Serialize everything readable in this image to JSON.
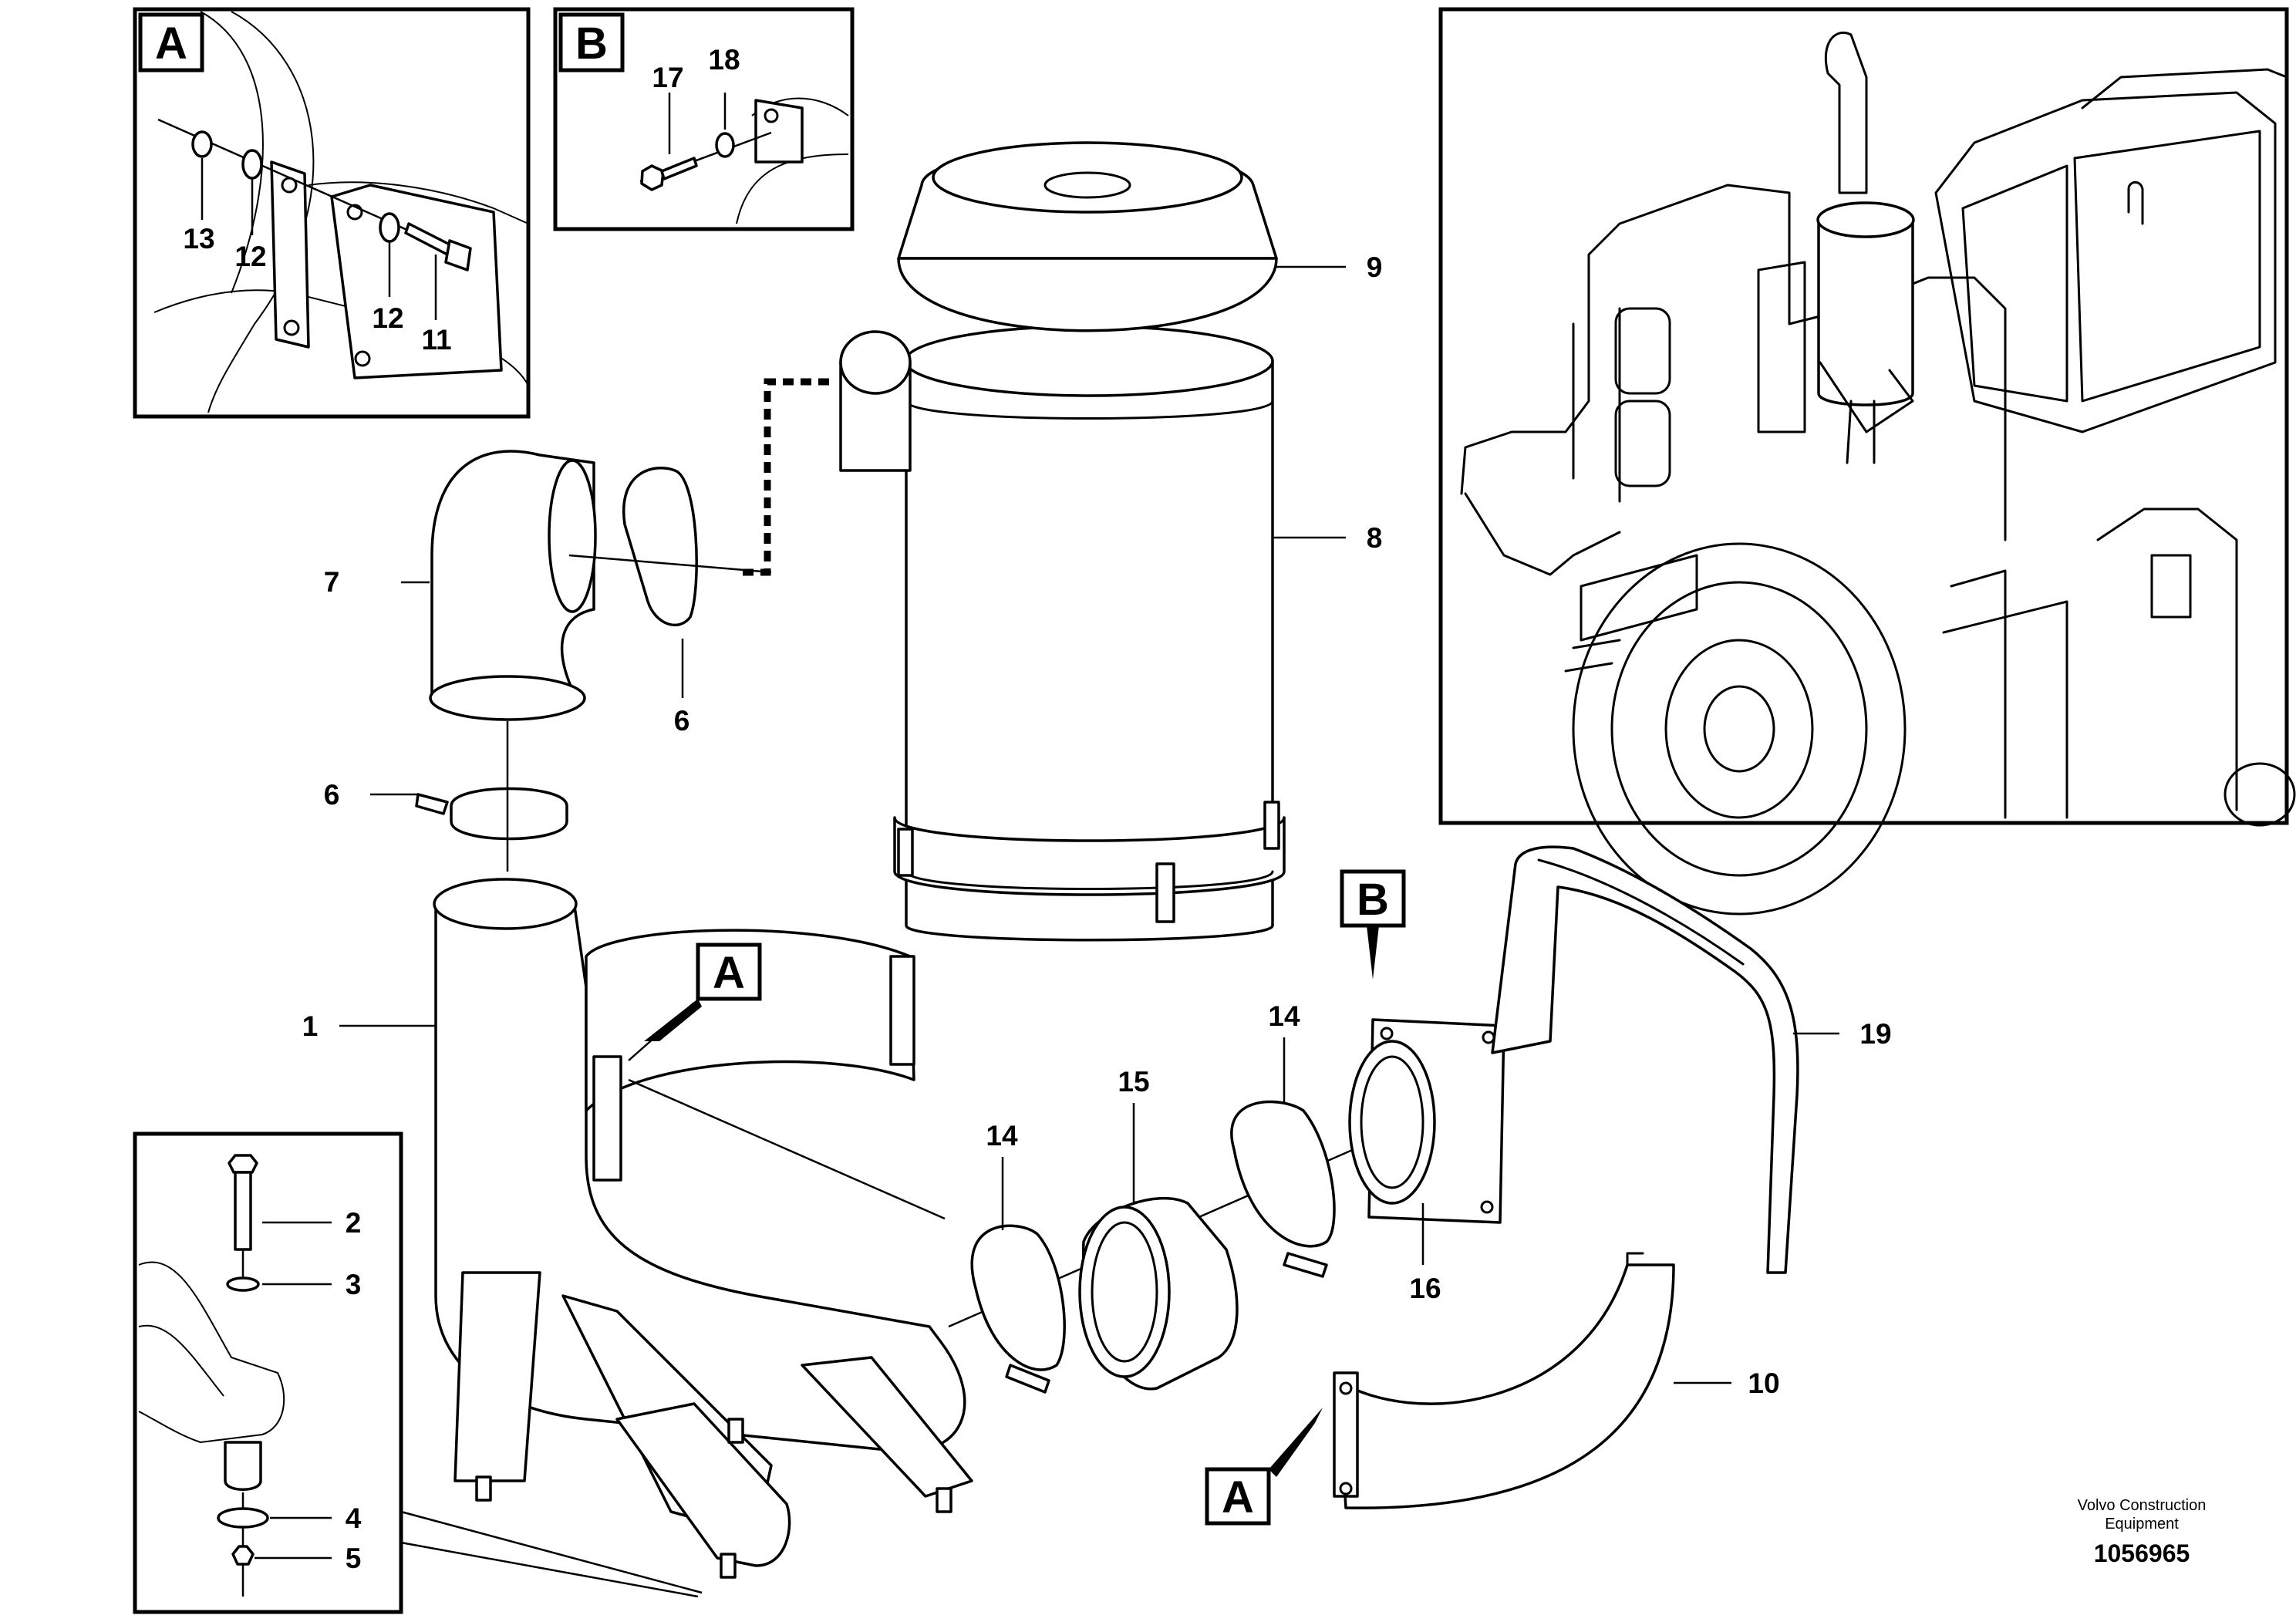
{
  "detail_labels": {
    "a": "A",
    "b": "B"
  },
  "callouts": {
    "p1": "1",
    "p2": "2",
    "p3": "3",
    "p4": "4",
    "p5": "5",
    "p6": "6",
    "p7": "7",
    "p8": "8",
    "p9": "9",
    "p10": "10",
    "p11": "11",
    "p12": "12",
    "p13": "13",
    "p14": "14",
    "p15": "15",
    "p16": "16",
    "p17": "17",
    "p18": "18",
    "p19": "19"
  },
  "credit": {
    "line1": "Volvo Construction",
    "line2": "Equipment"
  },
  "document_number": "1056965"
}
